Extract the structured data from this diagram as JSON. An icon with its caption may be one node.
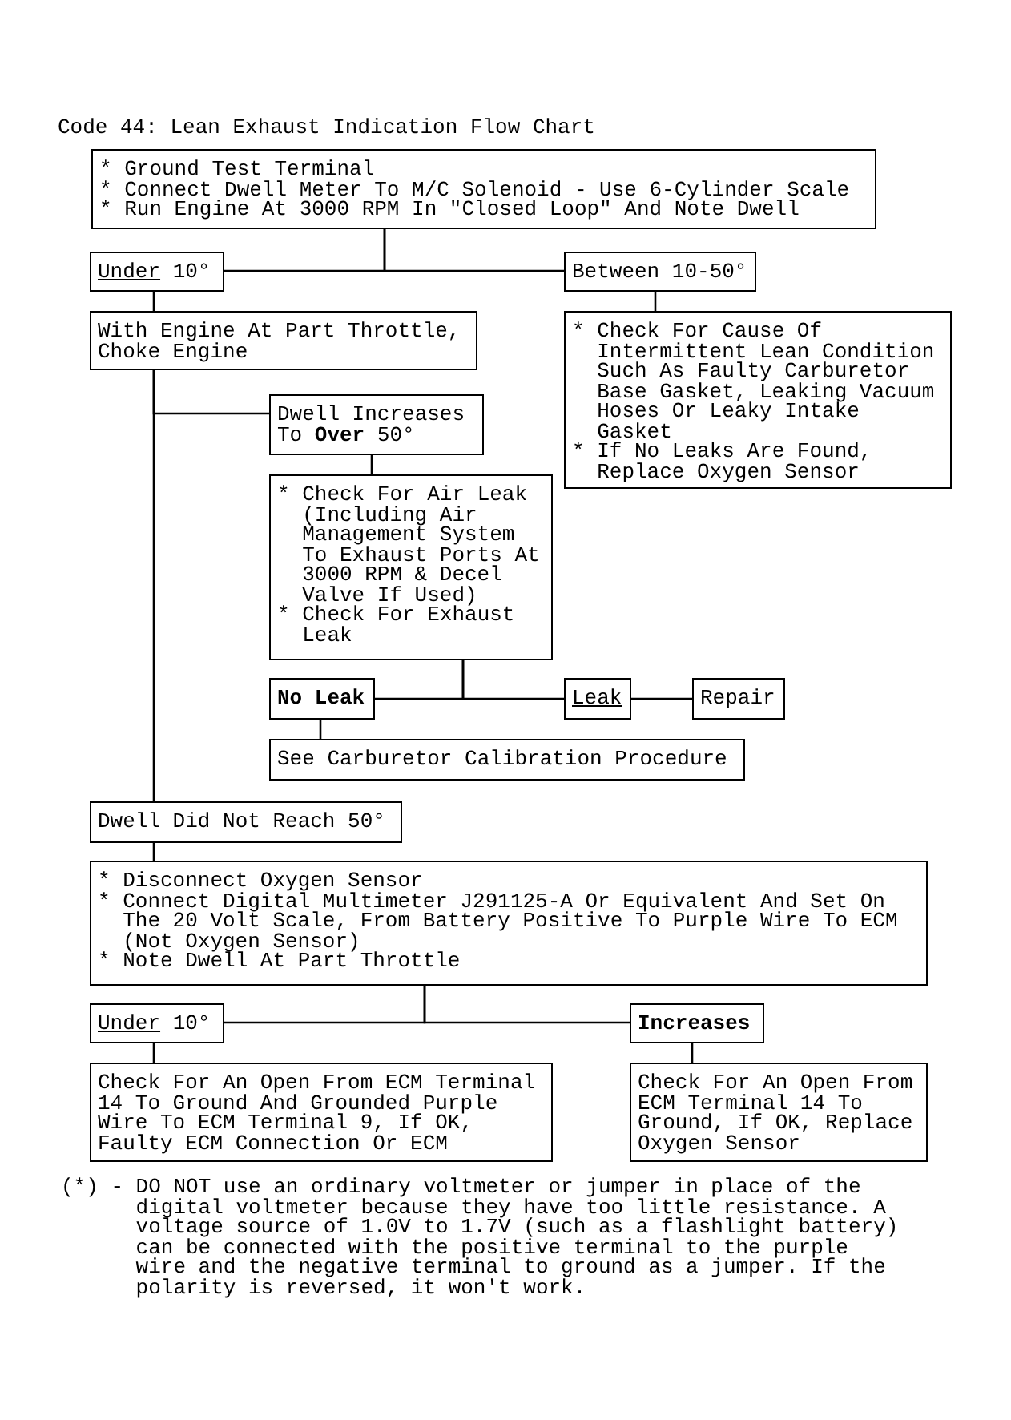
{
  "diagram": {
    "title": "Code 44: Lean Exhaust Indication Flow Chart",
    "nodes": [
      {
        "text": [
          "* Ground Test Terminal",
          "* Connect Dwell Meter To M/C Solenoid - Use 6-Cylinder Scale",
          "* Run Engine At 3000 RPM In \"Closed Loop\" And Note Dwell"
        ]
      },
      {
        "text": [
          "Under 10°"
        ]
      },
      {
        "text": [
          "Between 10-50°"
        ]
      },
      {
        "text": [
          "With Engine At Part Throttle, Choke Engine"
        ]
      },
      {
        "text": [
          "* Check For Cause Of Intermittent Lean Condition Such As Faulty Carburetor Base Gasket, Leaking Vacuum Hoses Or Leaky Intake Gasket",
          "* If No Leaks Are Found, Replace Oxygen Sensor"
        ]
      },
      {
        "text": [
          "Dwell Increases To **Over** 50°"
        ]
      },
      {
        "text": [
          "* Check For Air Leak (Including Air Management System To Exhaust Ports At 3000 RPM & Decel Valve If Used)",
          "* Check For Exhaust Leak"
        ]
      },
      {
        "text": [
          "No Leak"
        ]
      },
      {
        "text": [
          "Leak"
        ]
      },
      {
        "text": [
          "Repair"
        ]
      },
      {
        "text": [
          "See Carburetor Calibration Procedure"
        ]
      },
      {
        "text": [
          "Dwell Did Not Reach 50°"
        ]
      },
      {
        "text": [
          "* Disconnect Oxygen Sensor",
          "* Connect Digital Multimeter J291125-A Or Equivalent And Set On The 20 Volt Scale, From Battery Positive To Purple Wire To ECM (Not Oxygen Sensor)",
          "* Note Dwell At Part Throttle"
        ]
      },
      {
        "text": [
          "Under 10°"
        ]
      },
      {
        "text": [
          "Increases"
        ]
      },
      {
        "text": [
          "Check For An Open From ECM Terminal 14 To Ground And Grounded Purple Wire To ECM Terminal 9, If OK, Faulty ECM Connection Or ECM"
        ]
      },
      {
        "text": [
          "Check For An Open From ECM Terminal 14 To Ground, If OK, Replace Oxygen Sensor"
        ]
      }
    ],
    "edges": [
      {
        "from": 0,
        "to": 1,
        "arrow": "none"
      },
      {
        "from": 0,
        "to": 2,
        "arrow": "none"
      },
      {
        "from": 1,
        "to": 3,
        "arrow": "none"
      },
      {
        "from": 2,
        "to": 4,
        "arrow": "none"
      },
      {
        "from": 3,
        "to": 5,
        "arrow": "none"
      },
      {
        "from": 3,
        "to": 11,
        "arrow": "none"
      },
      {
        "from": 5,
        "to": 6,
        "arrow": "none"
      },
      {
        "from": 6,
        "to": 7,
        "arrow": "none"
      },
      {
        "from": 6,
        "to": 8,
        "arrow": "none"
      },
      {
        "from": 8,
        "to": 9,
        "arrow": "none"
      },
      {
        "from": 7,
        "to": 10,
        "arrow": "none"
      },
      {
        "from": 11,
        "to": 12,
        "arrow": "none"
      },
      {
        "from": 12,
        "to": 13,
        "arrow": "none"
      },
      {
        "from": 12,
        "to": 14,
        "arrow": "none"
      },
      {
        "from": 13,
        "to": 15,
        "arrow": "none"
      },
      {
        "from": 14,
        "to": 16,
        "arrow": "none"
      }
    ],
    "labels": [
      "(*) - DO NOT use an ordinary voltmeter or jumper in place of the digital voltmeter because they have too little resistance. A voltage source of 1.0V to 1.7V (such as a flashlight battery) can be connected with the positive terminal to the purple wire and the negative terminal to ground as a jumper. If the polarity is reversed, it won't work."
    ]
  }
}
